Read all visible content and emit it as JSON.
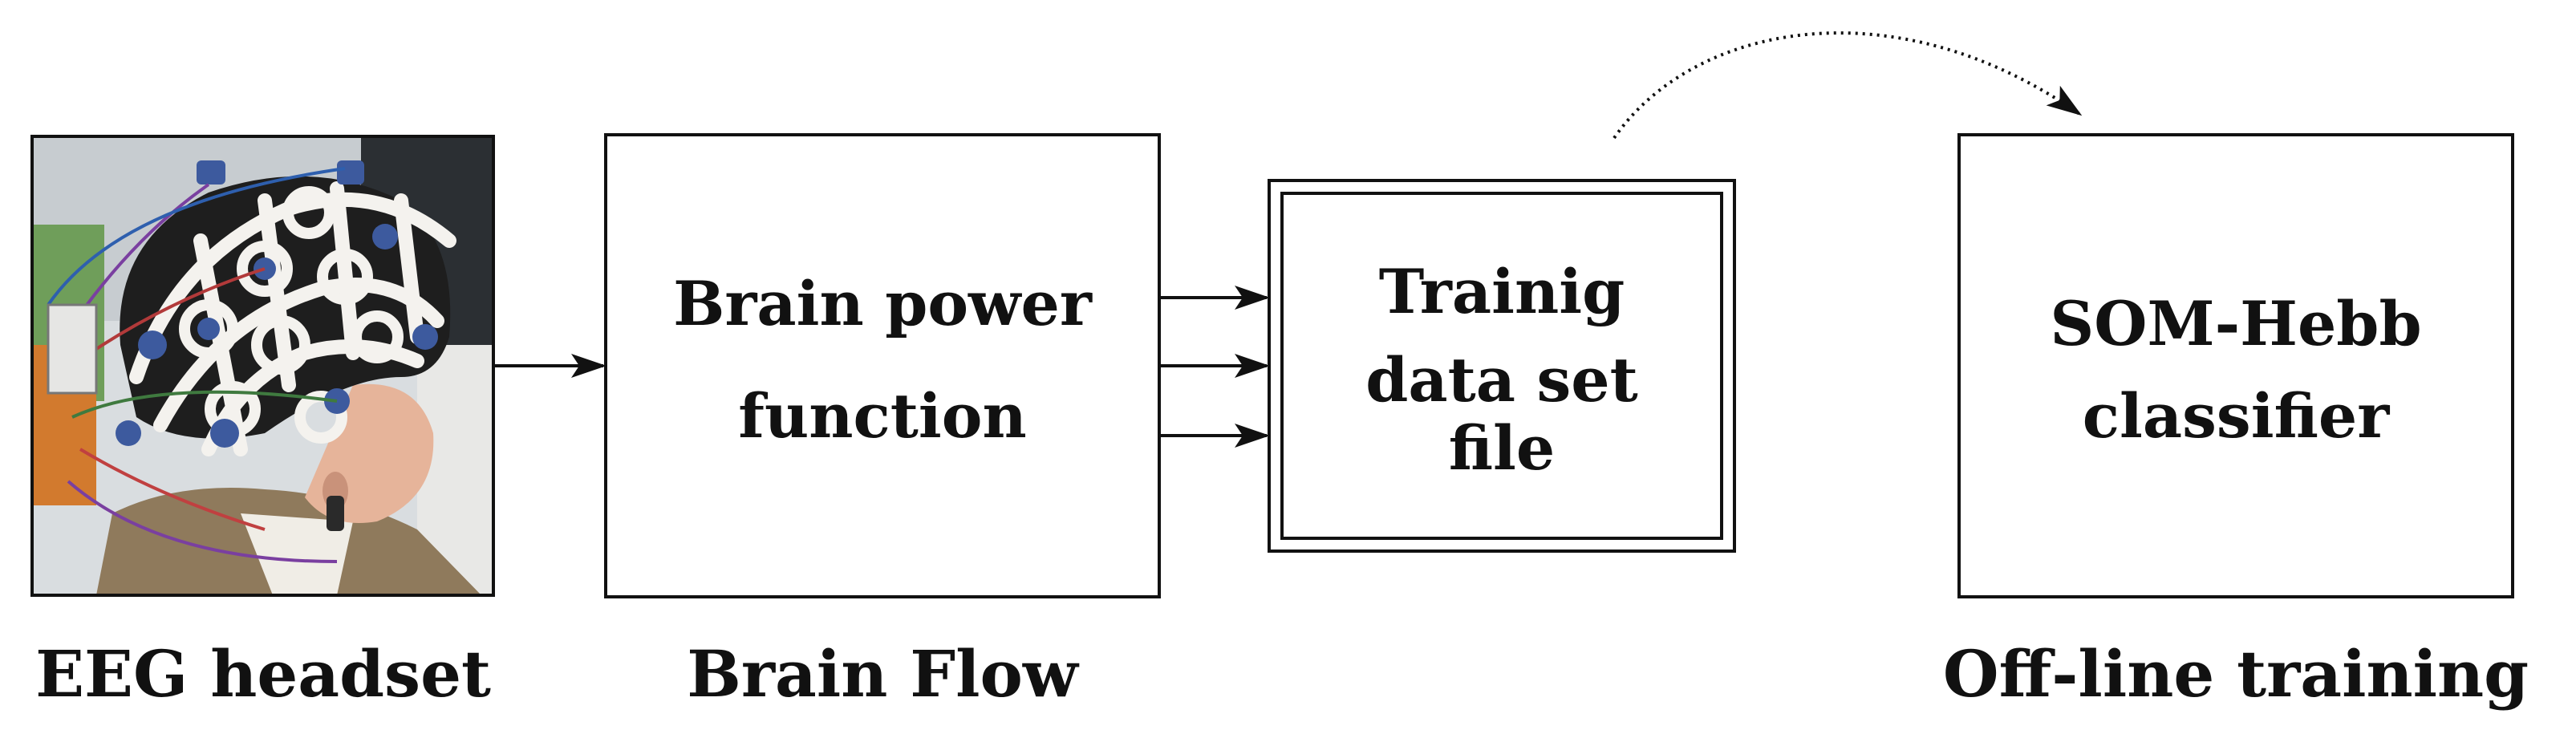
{
  "diagram": {
    "nodes": {
      "headset": {
        "caption": "EEG headset"
      },
      "brain_power": {
        "lines": [
          "Brain power",
          "function"
        ],
        "caption": "Brain Flow"
      },
      "training_data": {
        "lines": [
          "Trainig",
          "data set",
          "file"
        ]
      },
      "classifier": {
        "lines": [
          "SOM-Hebb",
          "classifier"
        ],
        "caption": "Off-line training"
      }
    },
    "colors": {
      "stroke": "#111111",
      "background": "#ffffff"
    }
  }
}
